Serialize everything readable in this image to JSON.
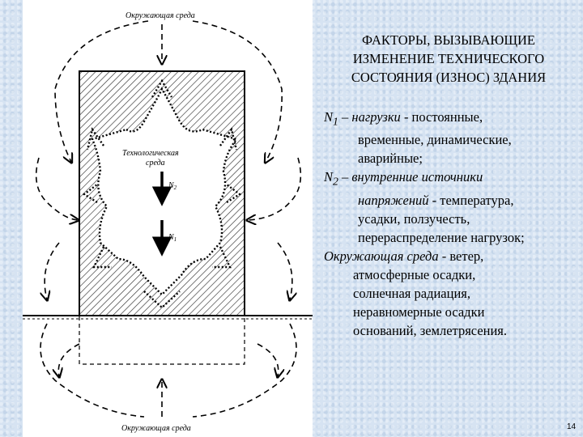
{
  "diagram": {
    "env_label_top": "Окружающая среда",
    "env_label_bottom": "Окружающая среда",
    "tech_env_label": [
      "Технологическая",
      "среда"
    ],
    "n1_label": "N",
    "n1_sub": "1",
    "n2_label": "N",
    "n2_sub": "2"
  },
  "title_lines": [
    "ФАКТОРЫ, ВЫЗЫВАЮЩИЕ",
    "ИЗМЕНЕНИЕ ТЕХНИЧЕСКОГО",
    "СОСТОЯНИЯ (ИЗНОС) ЗДАНИЯ"
  ],
  "description": {
    "n1": {
      "term": "N",
      "sub": "1",
      "term_rest": " – нагрузки",
      "first_rest": " - постоянные,",
      "lines": [
        "временные, динамические,",
        "аварийные;"
      ]
    },
    "n2": {
      "term": "N",
      "sub": "2",
      "term_rest": " – внутренние источники",
      "line2_term": "напряжений",
      "line2_rest": " - температура,",
      "lines": [
        "усадки, ползучесть,",
        "перераспределение нагрузок;"
      ]
    },
    "env": {
      "term": "Окружающая среда",
      "first_rest": " - ветер,",
      "lines": [
        "атмосферные осадки,",
        "солнечная радиация,",
        "неравномерные осадки",
        "оснований, землетрясения."
      ]
    }
  },
  "page_number": "14"
}
